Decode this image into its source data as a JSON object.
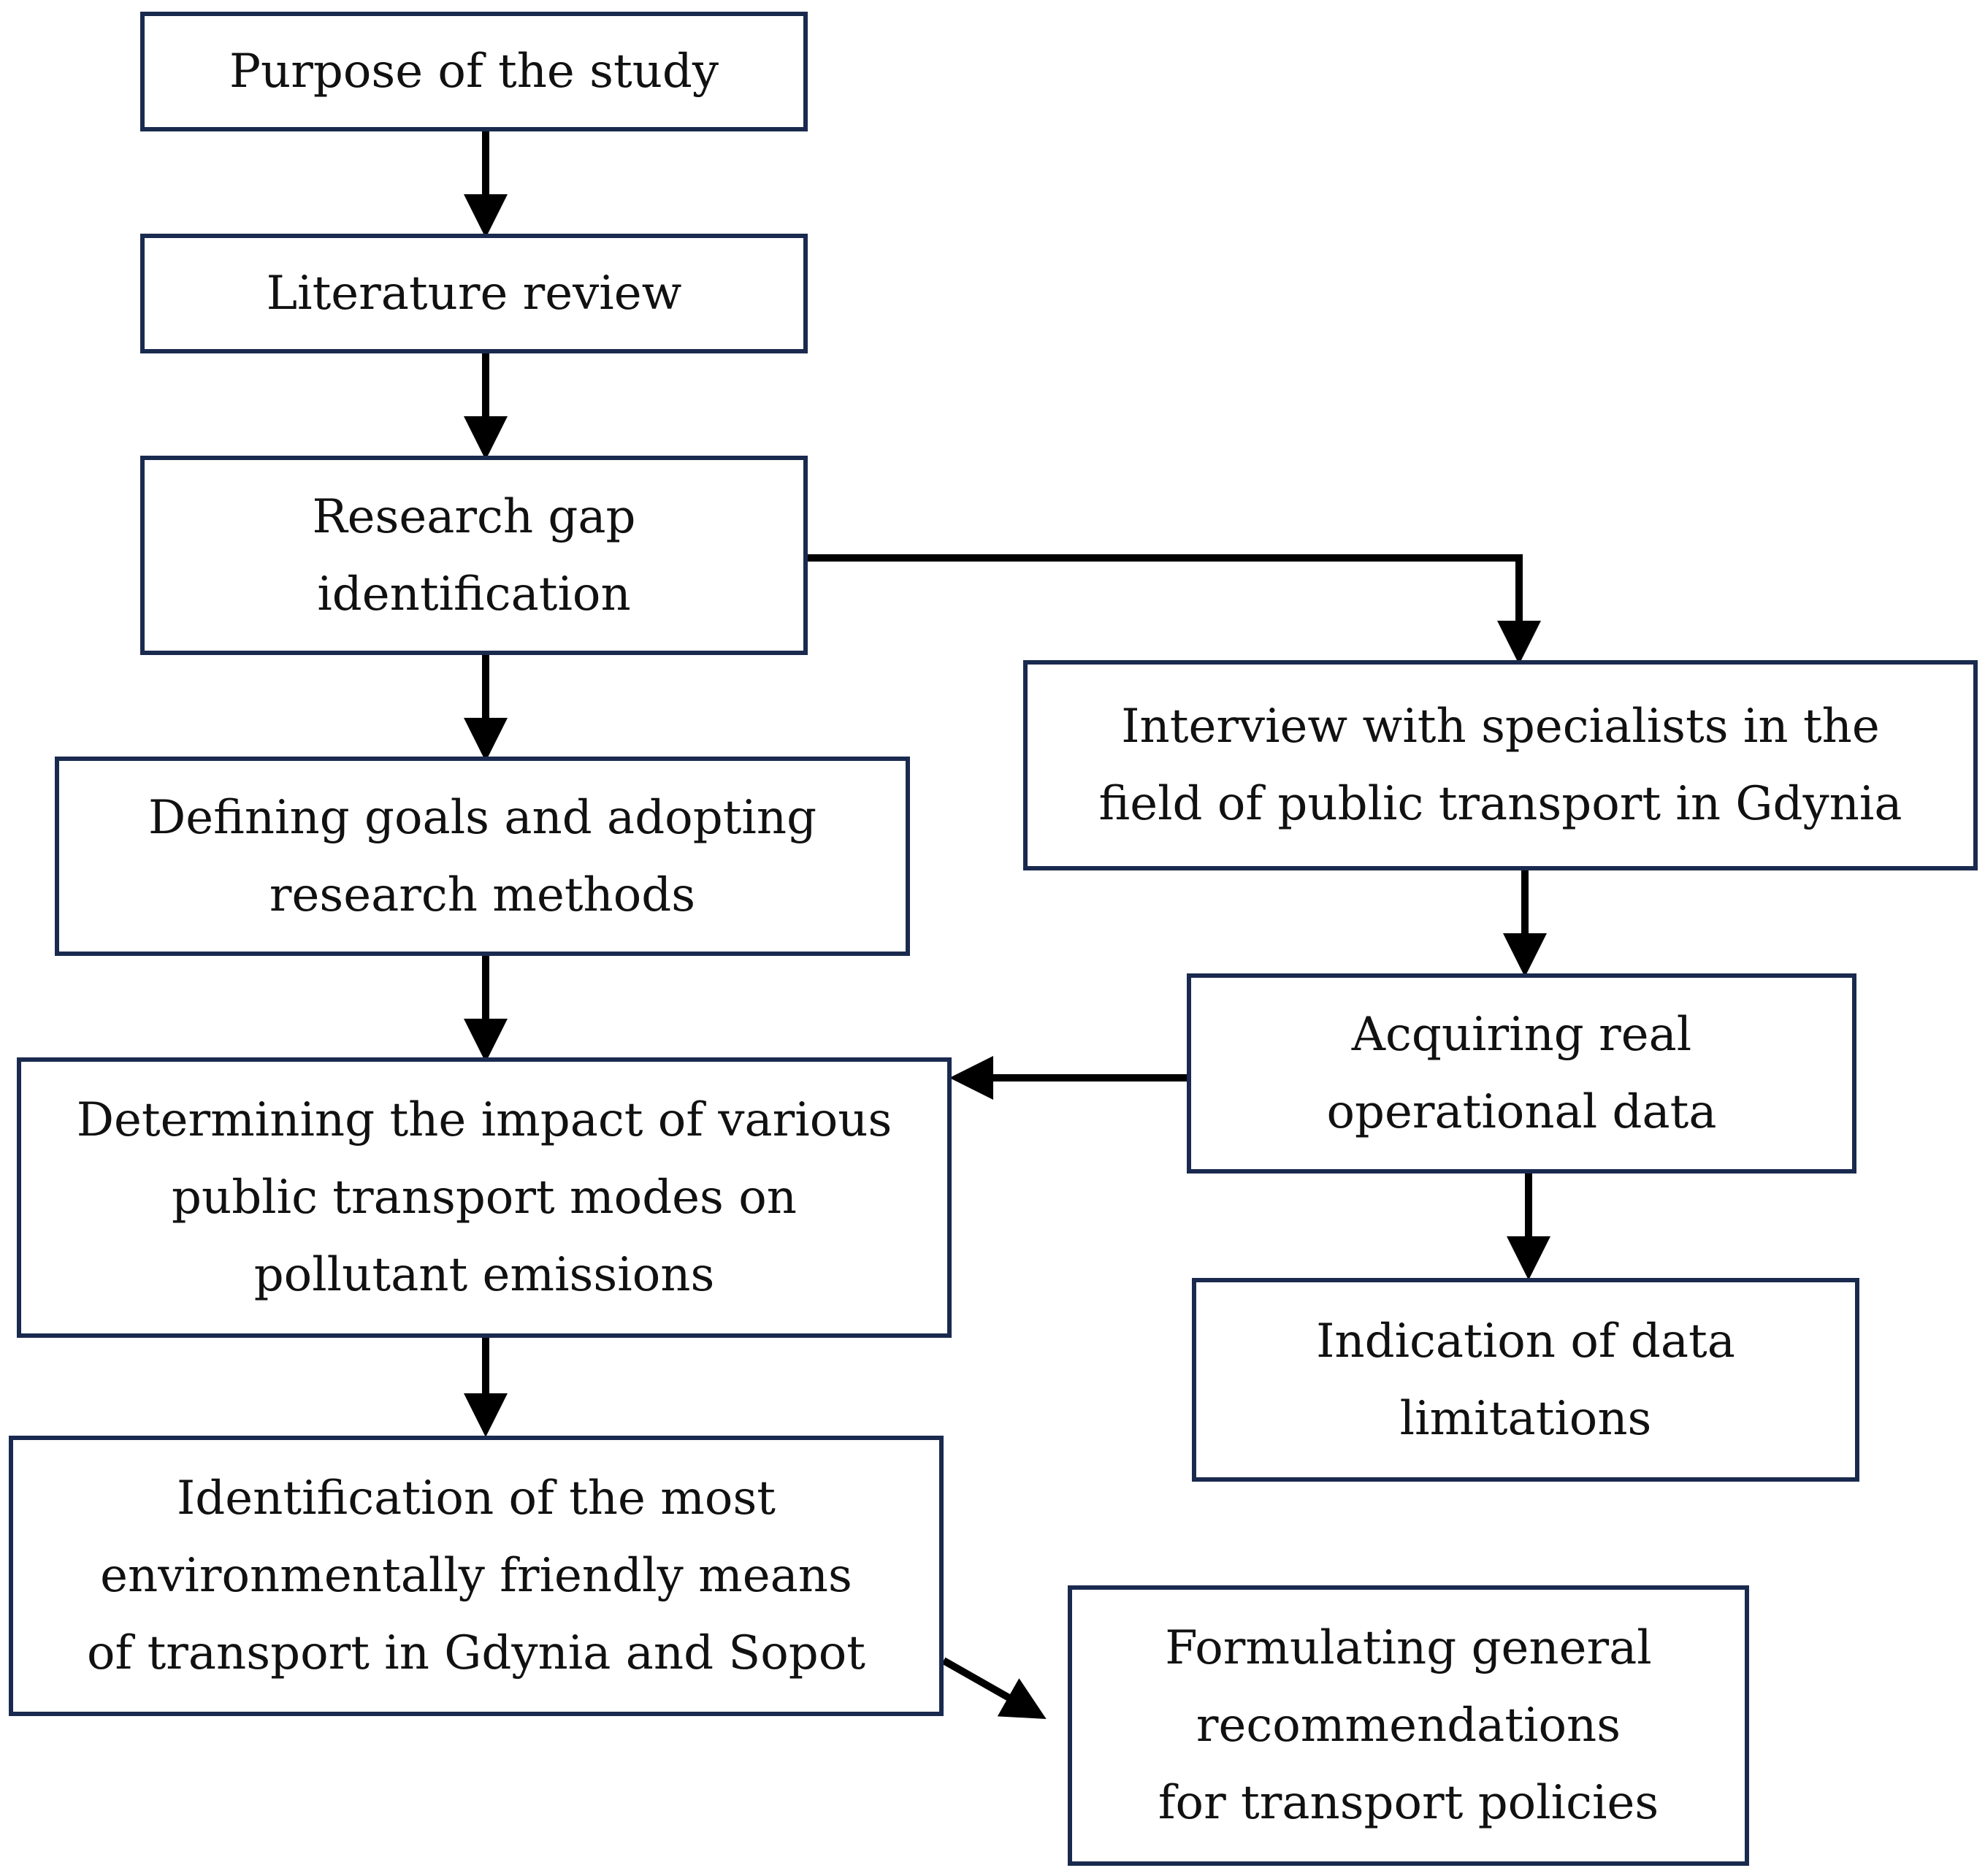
{
  "colors": {
    "box_border": "#1a2a4f",
    "arrow": "#000000",
    "text": "#111111"
  },
  "nodes": {
    "purpose": {
      "lines": [
        "Purpose of the study"
      ]
    },
    "literature": {
      "lines": [
        "Literature review"
      ]
    },
    "gap": {
      "lines": [
        "Research gap",
        "identification"
      ]
    },
    "goals": {
      "lines": [
        "Defining goals and adopting",
        "research methods"
      ]
    },
    "impact": {
      "lines": [
        "Determining the impact of various",
        "public transport modes on",
        "pollutant emissions"
      ]
    },
    "friendly": {
      "lines": [
        "Identification of the most",
        "environmentally friendly means",
        "of transport in Gdynia and Sopot"
      ]
    },
    "interview": {
      "lines": [
        "Interview with specialists in the",
        "field of public transport in Gdynia"
      ]
    },
    "acquiring": {
      "lines": [
        "Acquiring real",
        "operational data"
      ]
    },
    "limitations": {
      "lines": [
        "Indication of data",
        "limitations"
      ]
    },
    "recommendations": {
      "lines": [
        "Formulating general",
        "recommendations",
        "for transport policies"
      ]
    }
  }
}
